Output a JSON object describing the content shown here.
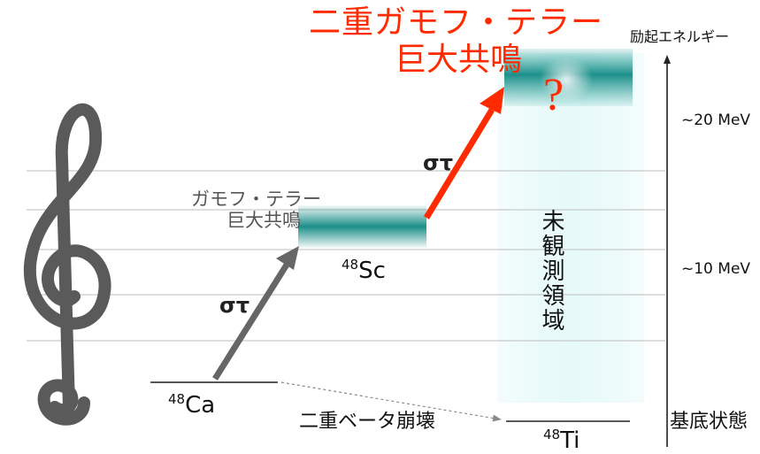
{
  "title": {
    "line1": "二重ガモフ・テラー",
    "line2": "巨大共鳴",
    "color": "#ff2a00"
  },
  "axis": {
    "label": "励起エネルギー",
    "tick_20": "~20 MeV",
    "tick_10": "~10 MeV",
    "ground": "基底状態"
  },
  "nuclei": {
    "ca": {
      "mass": "48",
      "symbol": "Ca"
    },
    "sc": {
      "mass": "48",
      "symbol": "Sc"
    },
    "ti": {
      "mass": "48",
      "symbol": "Ti"
    }
  },
  "gt_resonance": {
    "line1": "ガモフ・テラー",
    "line2": "巨大共鳴"
  },
  "transitions": {
    "sigma_tau_1": "στ",
    "sigma_tau_2": "στ",
    "double_beta": "二重ベータ崩壊"
  },
  "unobserved_region": "未観測領域",
  "question_mark": "?",
  "icons": [
    "treble-clef-icon",
    "up-arrow-icon"
  ],
  "colors": {
    "teal": "#1d8f8a",
    "arrow_gray": "#666666",
    "arrow_red": "#ff2a00",
    "region": "#e9fbfb"
  }
}
